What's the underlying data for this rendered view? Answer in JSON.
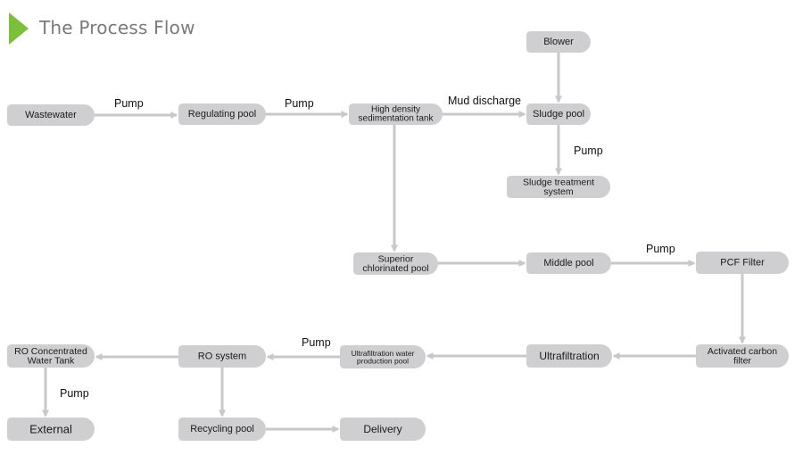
{
  "header": {
    "title": "The Process Flow"
  },
  "colors": {
    "node_fill": "#cfcfd1",
    "arrow": "#c8c8ca",
    "accent": "#7cbf3a"
  },
  "nodes": {
    "wastewater": [
      "Wastewater"
    ],
    "regulating_pool": [
      "Regulating pool"
    ],
    "high_density_tank": [
      "High density",
      "sedimentation tank"
    ],
    "blower": [
      "Blower"
    ],
    "sludge_pool": [
      "Sludge pool"
    ],
    "sludge_treatment": [
      "Sludge treatment",
      "system"
    ],
    "superior_chlorinated": [
      "Superior",
      "chlorinated pool"
    ],
    "middle_pool": [
      "Middle pool"
    ],
    "pcf_filter": [
      "PCF Filter"
    ],
    "activated_carbon": [
      "Activated carbon",
      "filter"
    ],
    "ultrafiltration": [
      "Ultrafiltration"
    ],
    "uf_production_pool": [
      "Ultrafiltration water",
      "production pool"
    ],
    "ro_system": [
      "RO system"
    ],
    "ro_concentrated": [
      "RO Concentrated",
      "Water Tank"
    ],
    "external": [
      "External"
    ],
    "recycling_pool": [
      "Recycling pool"
    ],
    "delivery": [
      "Delivery"
    ]
  },
  "edge_labels": {
    "pump": "Pump",
    "mud_discharge": "Mud discharge"
  }
}
